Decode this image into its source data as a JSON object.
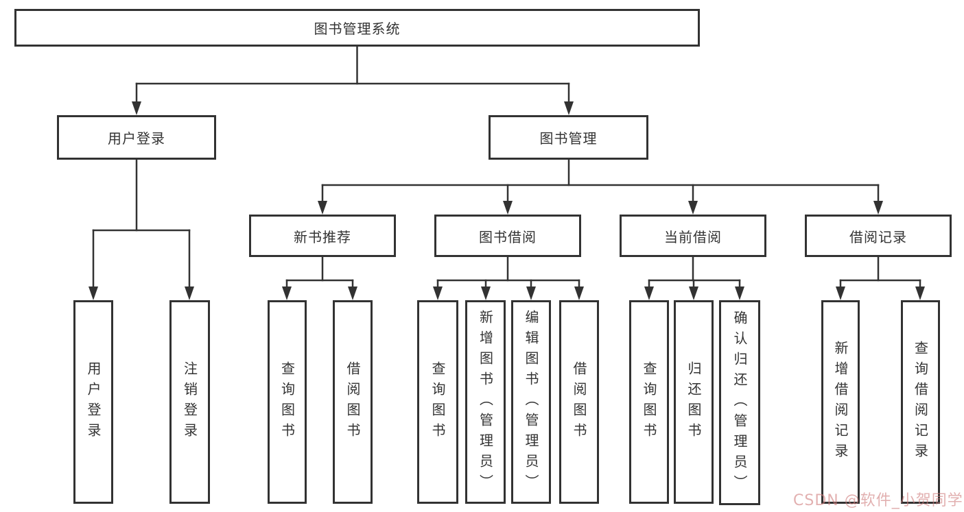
{
  "diagram": {
    "root": {
      "label": "图书管理系统"
    },
    "branches": [
      {
        "label": "用户登录",
        "leaves": [
          "用户登录",
          "注销登录"
        ]
      },
      {
        "label": "图书管理",
        "groups": [
          {
            "label": "新书推荐",
            "leaves": [
              "查询图书",
              "借阅图书"
            ]
          },
          {
            "label": "图书借阅",
            "leaves": [
              "查询图书",
              "新增图书（管理员）",
              "编辑图书（管理员）",
              "借阅图书"
            ]
          },
          {
            "label": "当前借阅",
            "leaves": [
              "查询图书",
              "归还图书",
              "确认归还（管理员）"
            ]
          },
          {
            "label": "借阅记录",
            "leaves": [
              "新增借阅记录",
              "查询借阅记录"
            ]
          }
        ]
      }
    ]
  },
  "watermark": {
    "text": "CSDN @软件_小贺同学",
    "color": "#ce7c7c"
  },
  "colors": {
    "line": "#323232",
    "text": "#333333",
    "background": "#ffffff"
  }
}
